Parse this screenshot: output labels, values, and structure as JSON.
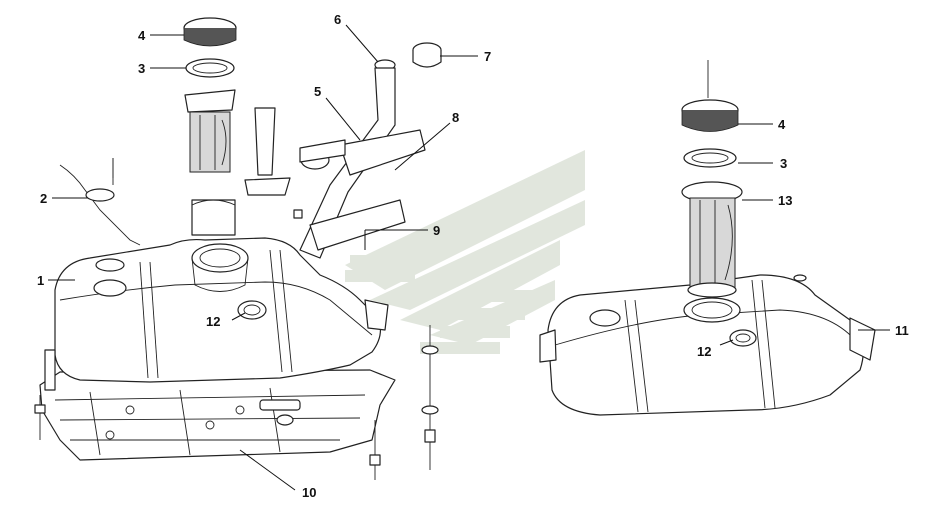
{
  "callouts_left": [
    {
      "key": "c1",
      "label": "1"
    },
    {
      "key": "c2",
      "label": "2"
    },
    {
      "key": "c3",
      "label": "3"
    },
    {
      "key": "c4",
      "label": "4"
    },
    {
      "key": "c5",
      "label": "5"
    },
    {
      "key": "c6",
      "label": "6"
    },
    {
      "key": "c7",
      "label": "7"
    },
    {
      "key": "c8",
      "label": "8"
    },
    {
      "key": "c9",
      "label": "9"
    },
    {
      "key": "c10",
      "label": "10"
    },
    {
      "key": "c12",
      "label": "12"
    }
  ],
  "callouts_right": [
    {
      "key": "r4",
      "label": "4"
    },
    {
      "key": "r3",
      "label": "3"
    },
    {
      "key": "r13",
      "label": "13"
    },
    {
      "key": "r11",
      "label": "11"
    },
    {
      "key": "r12",
      "label": "12"
    }
  ],
  "colors": {
    "ink": "#222222",
    "watermark": "#d4dccf"
  },
  "icons": {
    "watermark": "chevron-stripes-logo"
  }
}
